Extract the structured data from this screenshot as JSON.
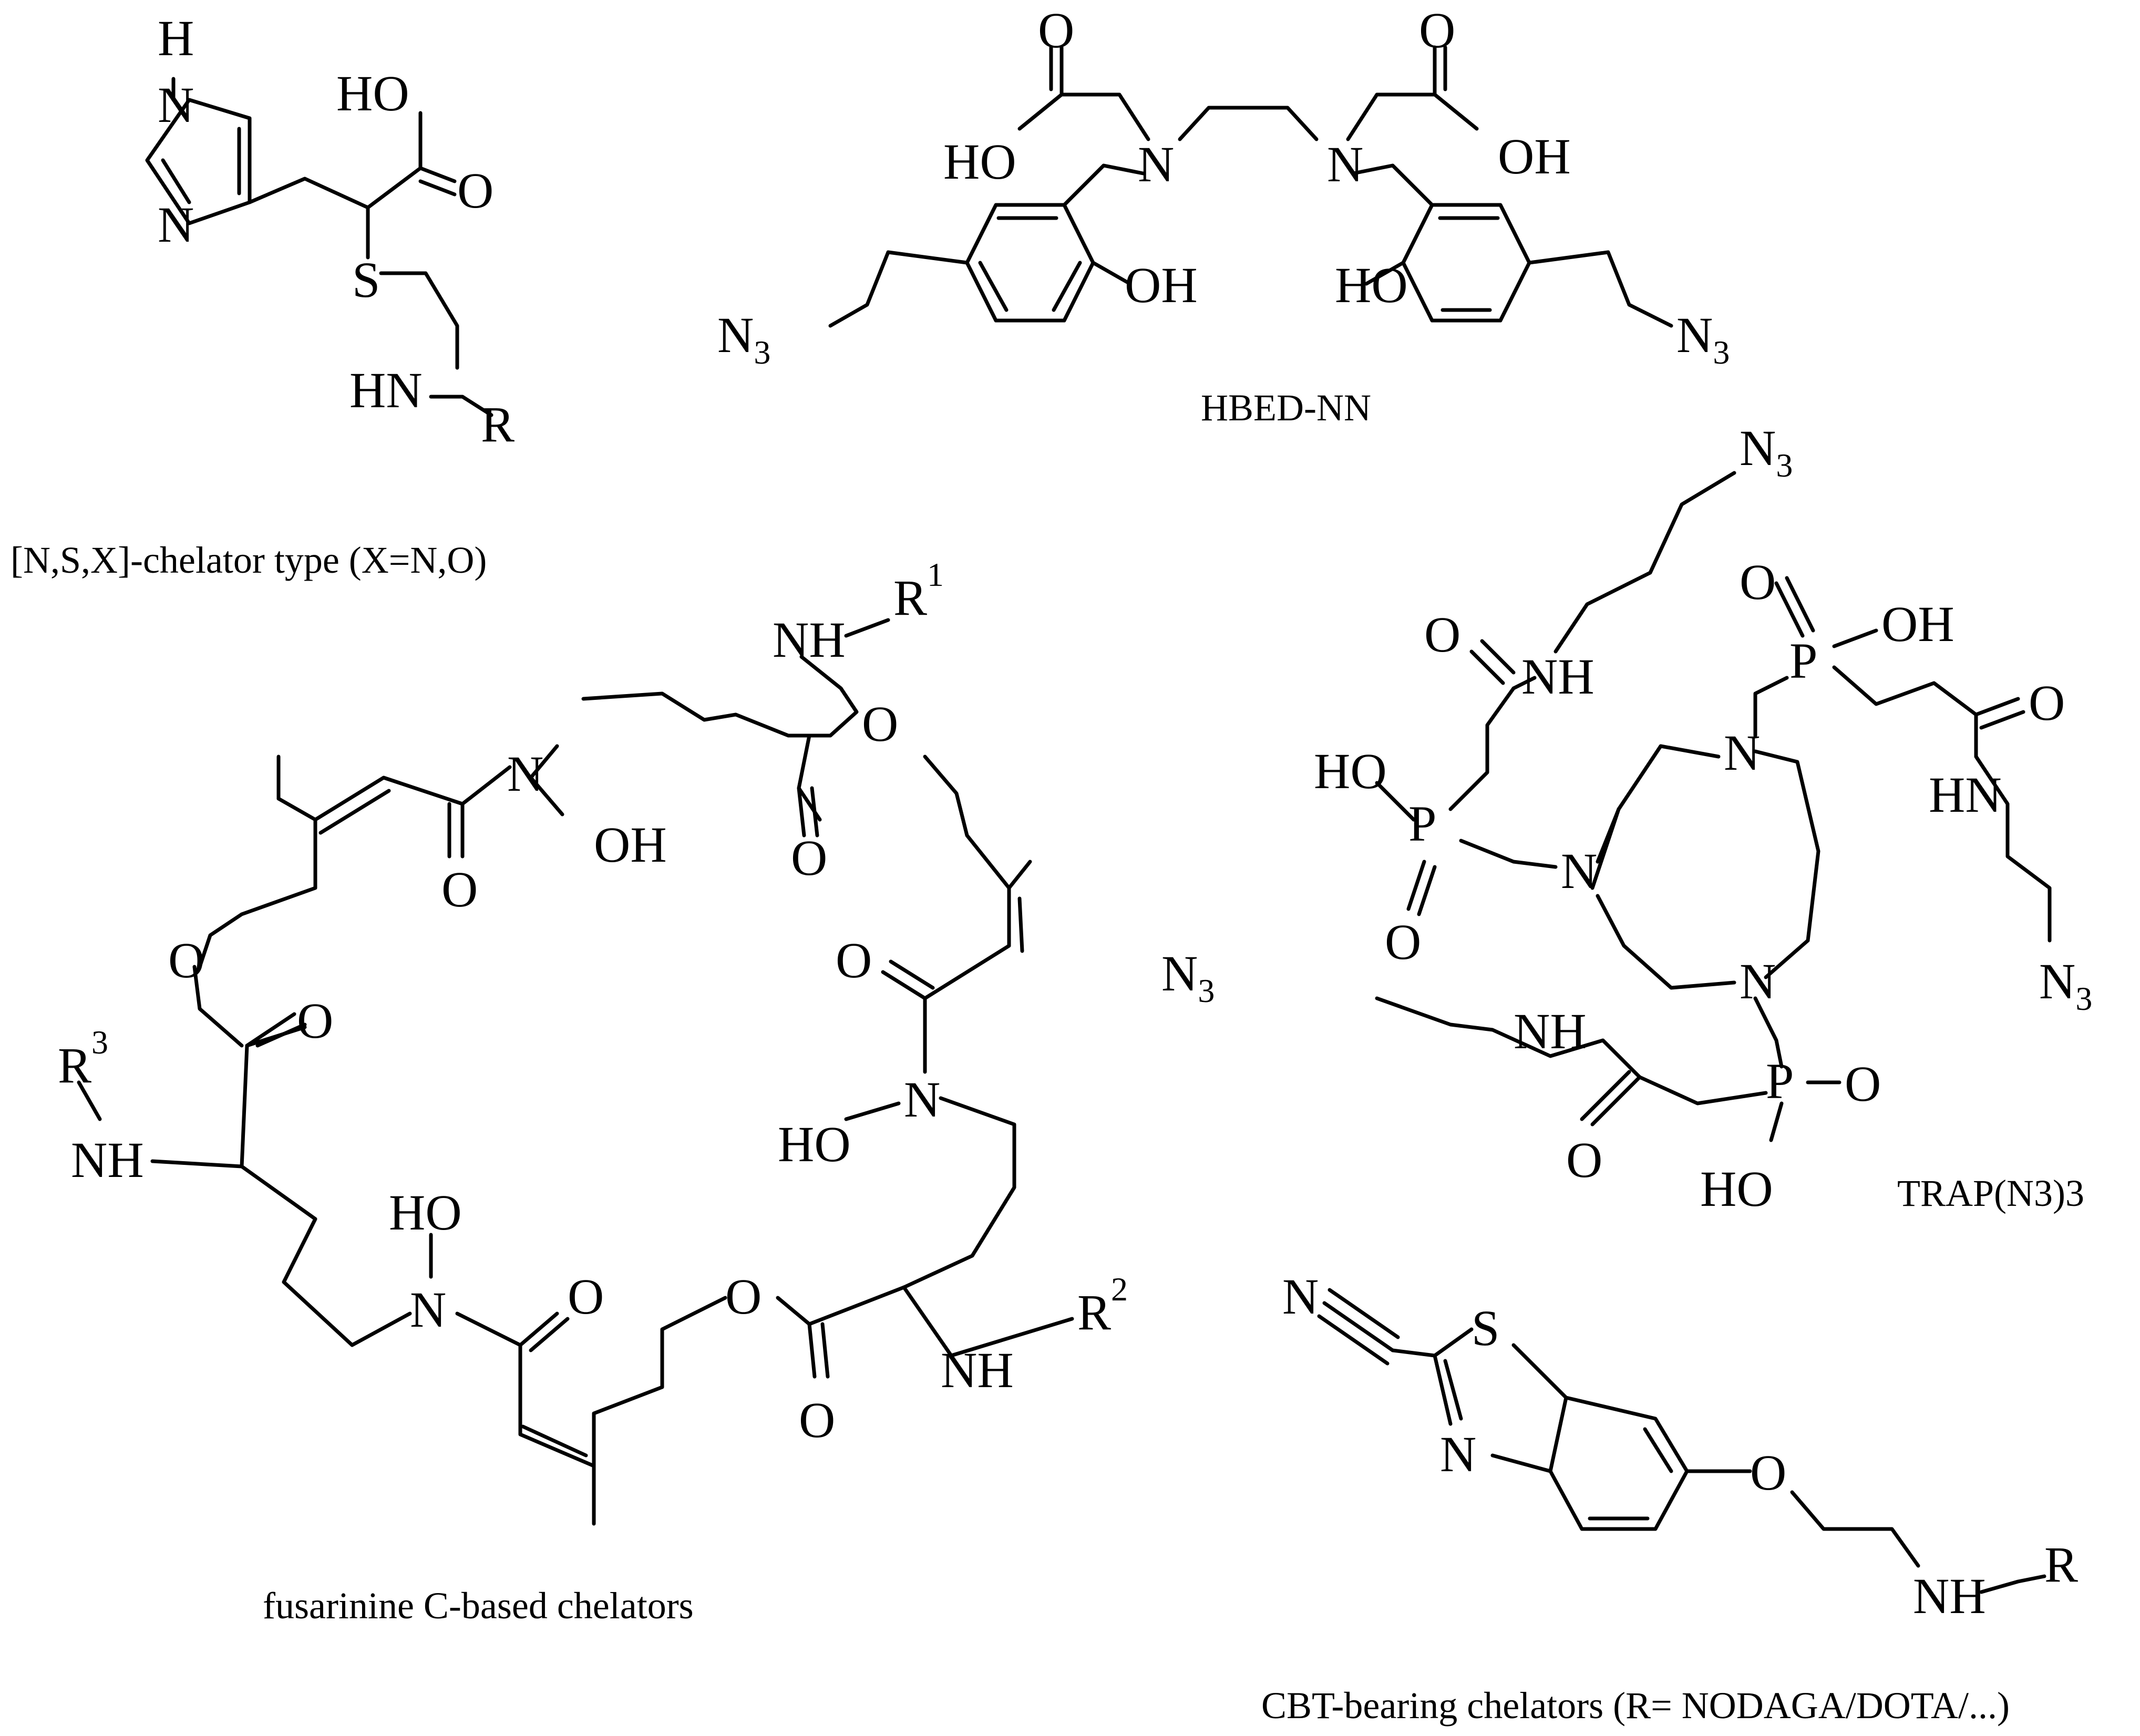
{
  "captions": {
    "nsx": "[N,S,X]-chelator type (X=N,O)",
    "hbed": "HBED-NN",
    "trap": "TRAP(N3)3",
    "fusarinine": "fusarinine C-based chelators",
    "cbt": "CBT-bearing chelators (R= NODAGA/DOTA/...)"
  },
  "atoms": {
    "H": "H",
    "N": "N",
    "S": "S",
    "O": "O",
    "P": "P",
    "R": "R",
    "HO": "HO",
    "OH": "OH",
    "NH": "NH",
    "HN": "HN",
    "N3": "N",
    "sub3": "3",
    "R1": "R",
    "R2": "R",
    "R3": "R",
    "sup1": "1",
    "sup2": "2",
    "sup3": "3"
  }
}
